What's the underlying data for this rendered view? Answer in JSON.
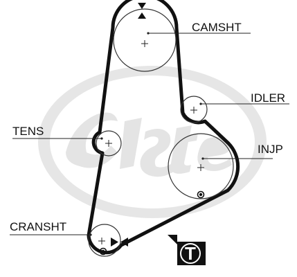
{
  "colors": {
    "belt": "#111111",
    "pulley": "#333333",
    "watermark": "#e2e2e2",
    "background": "#ffffff"
  },
  "labels": {
    "camshaft": "CAMSHT",
    "idler": "IDLER",
    "tensioner": "TENS",
    "injection_pump": "INJP",
    "crankshaft": "CRANSHT",
    "timing_mark": "T"
  },
  "icons": {
    "watermark": "gates-logo-watermark",
    "tdc_marker": "arrow-triangle-icon",
    "timing_marker": "timing-mark-icon"
  }
}
